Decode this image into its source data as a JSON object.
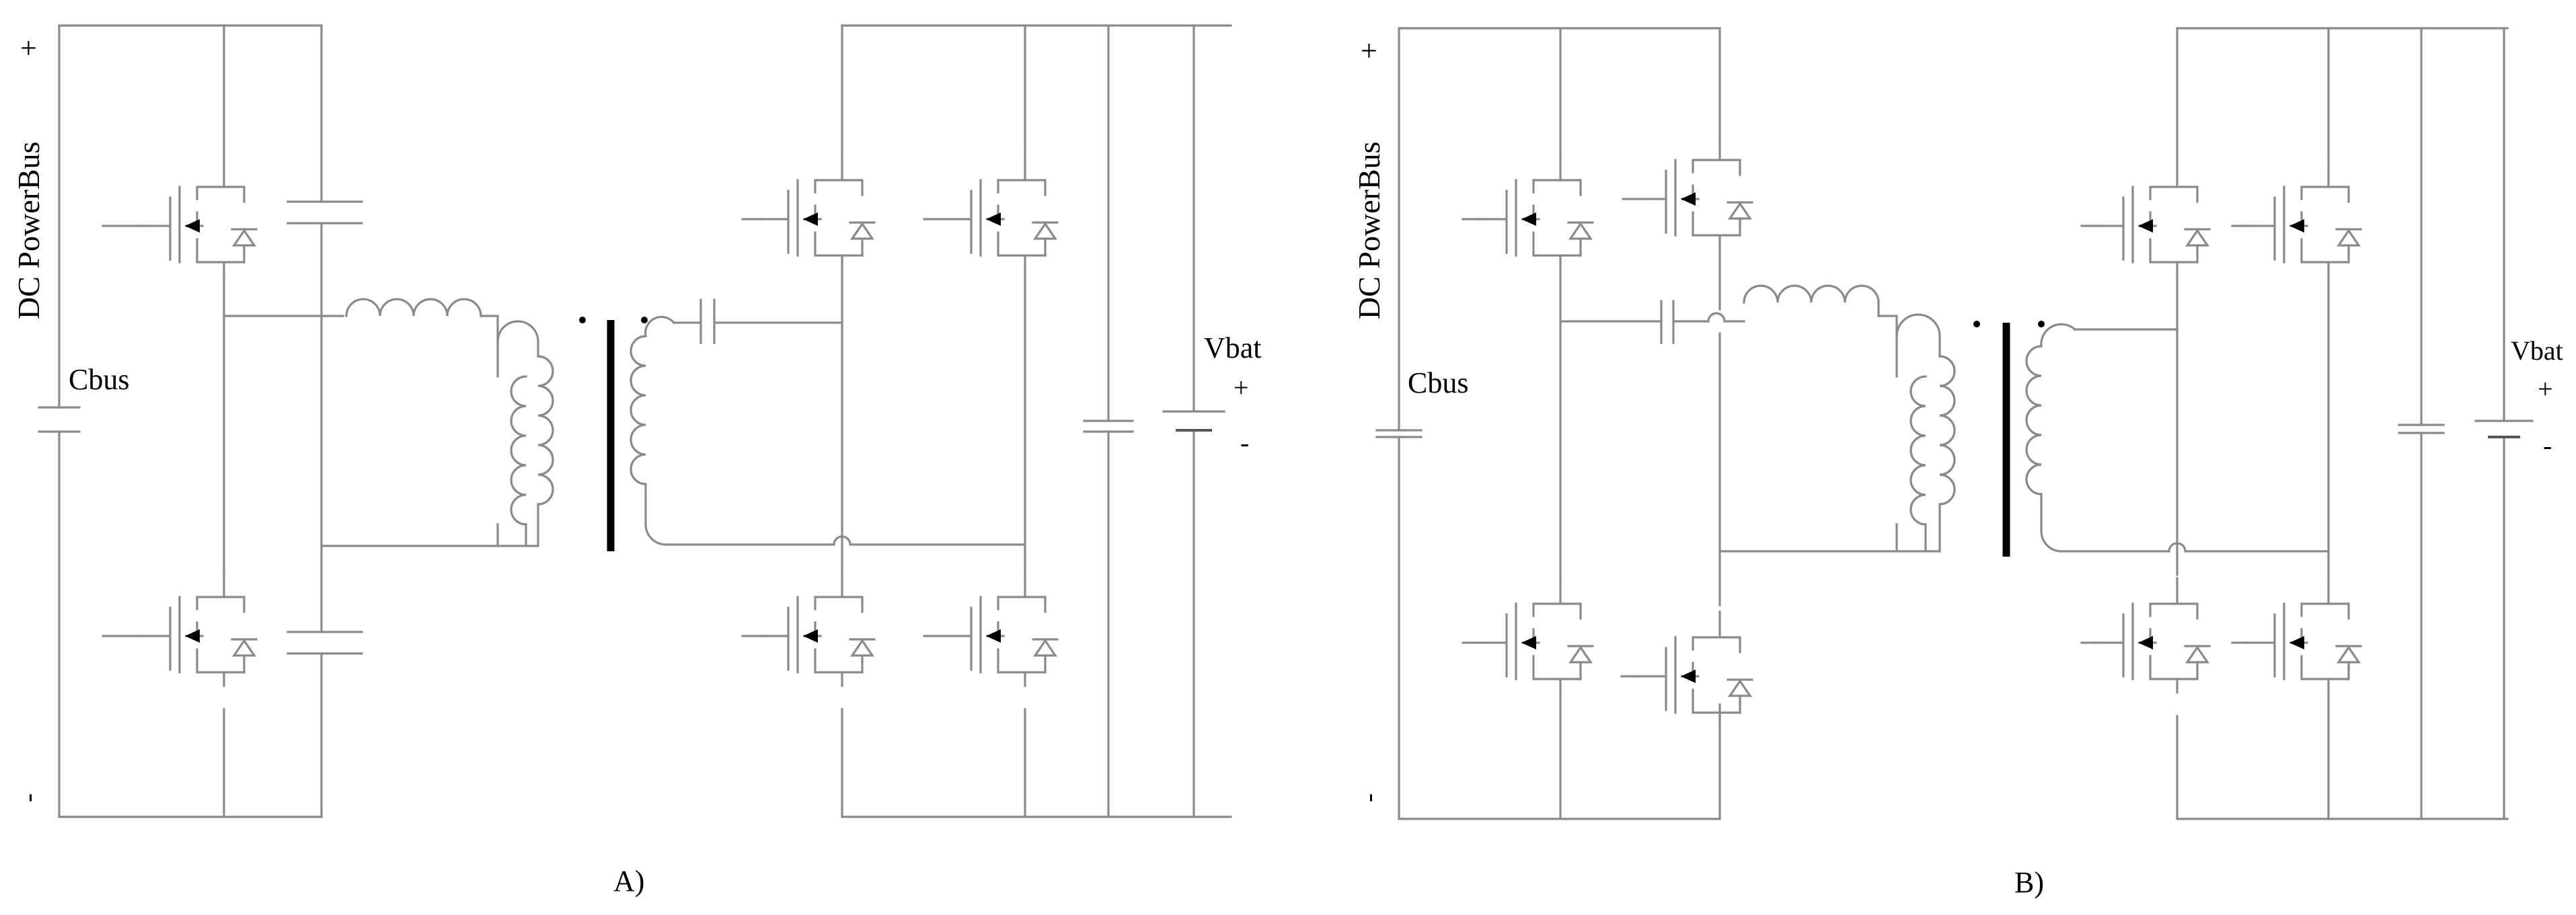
{
  "figure": {
    "panels": [
      {
        "id": "A",
        "caption": "A)",
        "bus_label": "DC PowerBus",
        "cap_label": "Cbus",
        "battery_label": "Vbat",
        "plus_sign": "+",
        "minus_sign": "-"
      },
      {
        "id": "B",
        "caption": "B)",
        "bus_label": "DC PowerBus",
        "cap_label": "Cbus",
        "battery_label": "Vbat",
        "plus_sign": "+",
        "minus_sign": "-"
      }
    ]
  }
}
